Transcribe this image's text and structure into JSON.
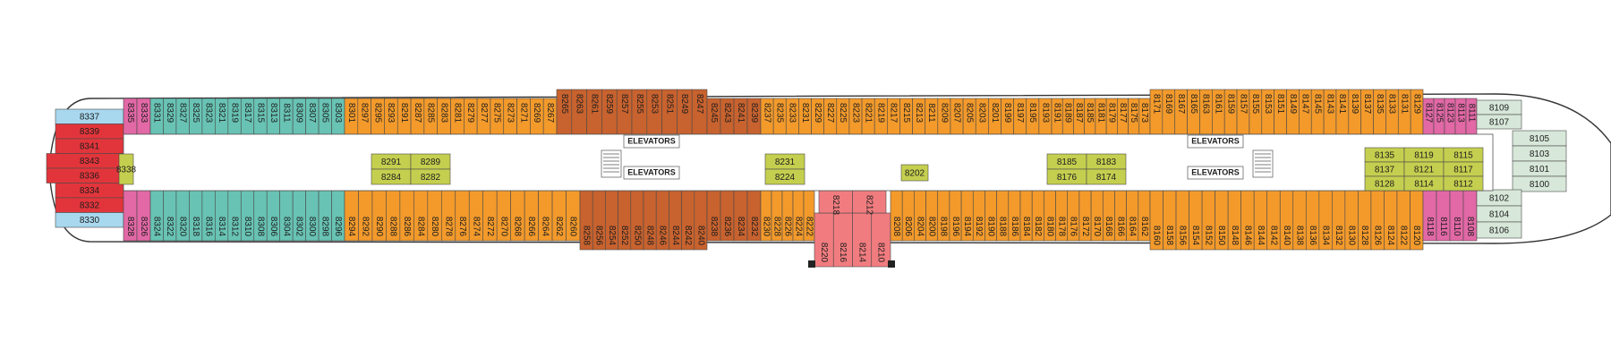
{
  "deck": {
    "labels": {
      "elevators": "ELEVATORS"
    },
    "colors": {
      "hull_outline": "#333333",
      "corridor": "#ffffff",
      "inside_cabin": "#68c3b4",
      "oceanview": "#f39a2b",
      "verandah": "#c8622e",
      "suite": "#e6543d",
      "signature_suite": "#f17c7f",
      "neptune_suite": "#e268a6",
      "pinnacle_forward": "#d7e7d9",
      "aft_suite_red": "#e2353b",
      "aft_suite_blue": "#a8d8ee",
      "lime": "#c5cf4f",
      "connecting_tan": "#f7c29a"
    },
    "aft_cabins": [
      "8337",
      "8339",
      "8341",
      "8343",
      "8336",
      "8334",
      "8332",
      "8330"
    ],
    "left_block": [
      "8335",
      "8333",
      "8338",
      "8328",
      "8326"
    ],
    "inside_top": [
      "8331",
      "8329",
      "8327",
      "8325",
      "8323",
      "8321",
      "8319",
      "8317",
      "8315",
      "8313",
      "8311",
      "8309",
      "8307",
      "8305",
      "8303"
    ],
    "inside_bottom": [
      "8324",
      "8322",
      "8320",
      "8318",
      "8316",
      "8314",
      "8312",
      "8310",
      "8308",
      "8306",
      "8304",
      "8302",
      "8300",
      "8298",
      "8296"
    ],
    "ocean_top_a": [
      "8301",
      "8297",
      "8295",
      "8293",
      "8291",
      "8287",
      "8285",
      "8283",
      "8281",
      "8279",
      "8277",
      "8275",
      "8273",
      "8271",
      "8269",
      "8267"
    ],
    "ocean_bottom_a": [
      "8294",
      "8292",
      "8290",
      "8288",
      "8286",
      "8284",
      "8280",
      "8278",
      "8276",
      "8274",
      "8272",
      "8270",
      "8268",
      "8266",
      "8264",
      "8262",
      "8260"
    ],
    "verandah_top_a": [
      "8265",
      "8263",
      "8261",
      "8259",
      "8257",
      "8255",
      "8253",
      "8251",
      "8249",
      "8247"
    ],
    "verandah_bottom_a": [
      "8258",
      "8256",
      "8254",
      "8252",
      "8250",
      "8248",
      "8246",
      "8244",
      "8242",
      "8240"
    ],
    "verandah_top_b": [
      "8245",
      "8243",
      "8241",
      "8239"
    ],
    "verandah_bottom_b": [
      "8238",
      "8236",
      "8234",
      "8232"
    ],
    "ocean_top_b": [
      "8237",
      "8235",
      "8233",
      "8231",
      "8229",
      "8227",
      "8225",
      "8223",
      "8221",
      "8219",
      "8217",
      "8215",
      "8213",
      "8211",
      "8209",
      "8207",
      "8205",
      "8203",
      "8201",
      "8199",
      "8197",
      "8195",
      "8193"
    ],
    "ocean_bottom_b": [
      "8230",
      "8228",
      "8226",
      "8224",
      "8222"
    ],
    "signature_bottom": [
      "8220",
      "8216",
      "8214",
      "8210"
    ],
    "signature_bottom_extra": [
      "8218",
      "8212"
    ],
    "ocean_bottom_c": [
      "8208",
      "8206",
      "8204",
      "8200",
      "8198",
      "8196",
      "8194",
      "8192",
      "8190",
      "8188",
      "8186",
      "8184",
      "8182",
      "8180",
      "8178",
      "8176",
      "8172",
      "8170",
      "8168",
      "8166",
      "8164",
      "8162"
    ],
    "ocean_top_c": [
      "8191",
      "8189",
      "8187",
      "8185",
      "8181",
      "8179",
      "8177",
      "8175",
      "8173"
    ],
    "verandah_top_c": [
      "8171",
      "8169",
      "8167",
      "8165",
      "8163",
      "8161",
      "8159",
      "8157",
      "8155",
      "8153",
      "8151",
      "8149",
      "8147",
      "8145",
      "8143",
      "8141",
      "8139",
      "8137",
      "8135",
      "8133",
      "8131",
      "8129"
    ],
    "verandah_bottom_c": [
      "8160",
      "8158",
      "8156",
      "8154",
      "8152",
      "8150",
      "8148",
      "8146",
      "8144",
      "8142",
      "8140",
      "8138",
      "8136",
      "8134",
      "8132",
      "8130",
      "8128",
      "8126",
      "8124",
      "8122",
      "8120"
    ],
    "neptune_top": [
      "8127",
      "8125",
      "8123",
      "8113",
      "8111"
    ],
    "neptune_bottom": [
      "8118",
      "8116",
      "8110",
      "8108"
    ],
    "pinnacle": [
      "8109",
      "8107",
      "8105",
      "8103",
      "8101",
      "8100",
      "8102",
      "8104",
      "8106"
    ],
    "center_blocks": [
      [
        "8338"
      ],
      [
        "8291",
        "8289",
        "8284",
        "8282"
      ],
      [
        "8231",
        "8224"
      ],
      [
        "8202"
      ],
      [
        "8185",
        "8183",
        "8176",
        "8174"
      ],
      [
        "8135",
        "8119",
        "8115",
        "8137",
        "8121",
        "8117",
        "8128",
        "8114",
        "8112"
      ]
    ]
  }
}
